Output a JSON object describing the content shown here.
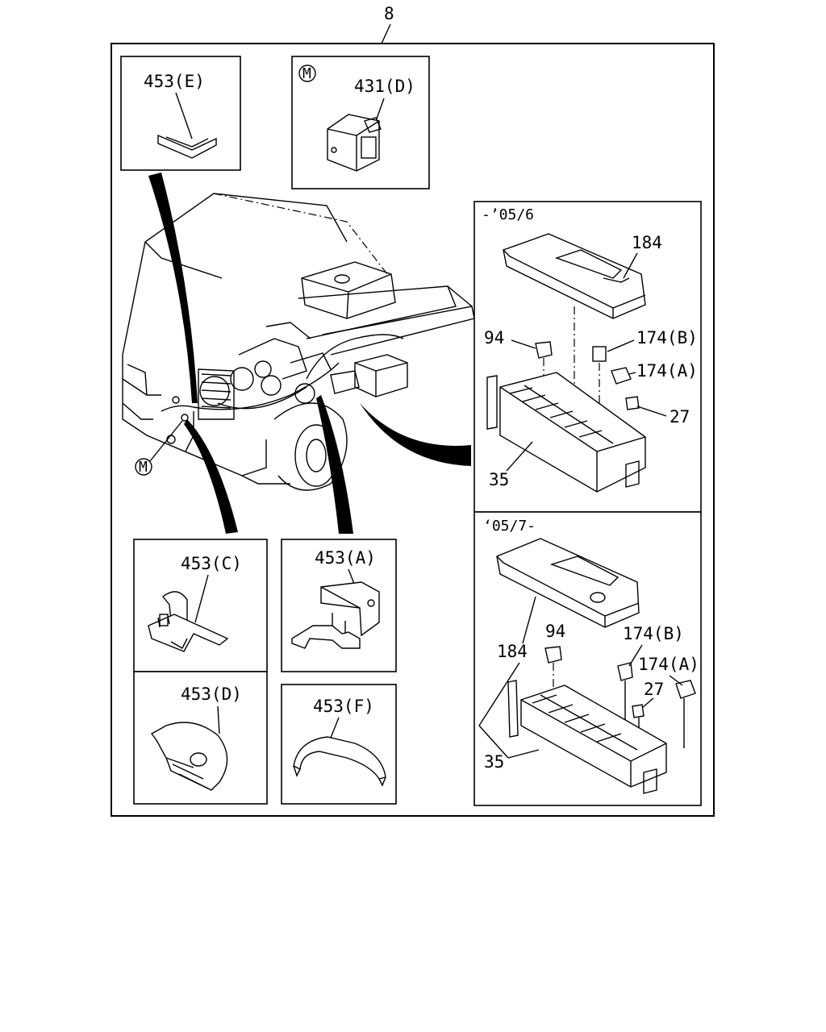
{
  "diagram": {
    "assembly_number": "8",
    "marker": "M",
    "callouts": {
      "grommet_e": "453(E)",
      "connector_d": "431(D)",
      "clip_c": "453(C)",
      "clip_a": "453(A)",
      "clip_d": "453(D)",
      "clip_f": "453(F)"
    },
    "fuse_box_early": {
      "period": "-’05/6",
      "cover": "184",
      "fuse": "94",
      "relay_b": "174(B)",
      "relay_a": "174(A)",
      "fuse_small": "27",
      "box": "35"
    },
    "fuse_box_late": {
      "period": "‘05/7-",
      "cover": "184",
      "fuse": "94",
      "relay_b": "174(B)",
      "relay_a": "174(A)",
      "fuse_small": "27",
      "box": "35"
    }
  }
}
